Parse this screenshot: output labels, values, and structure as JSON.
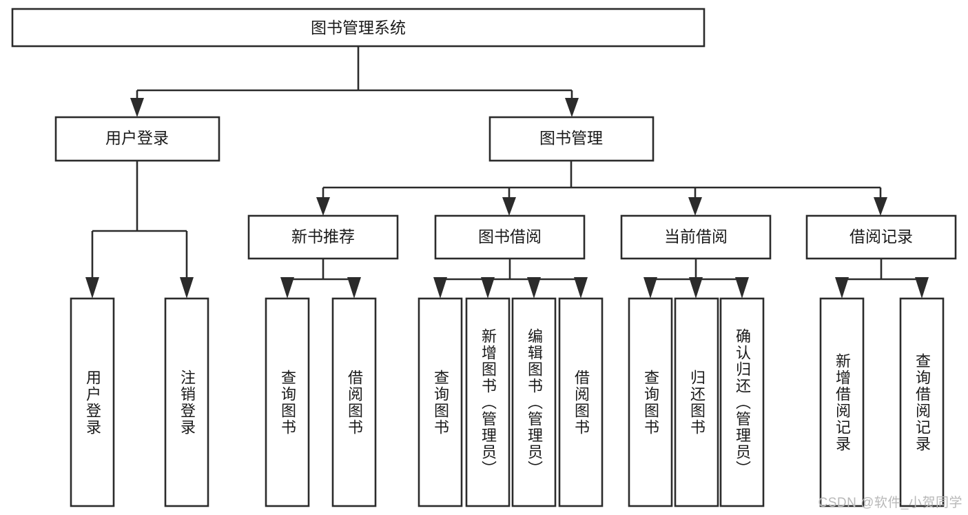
{
  "diagram": {
    "type": "hierarchy-tree",
    "title": "图书管理系统",
    "watermark": "CSDN @软件_小贺同学",
    "colors": {
      "stroke": "#2b2b2b",
      "fill": "#ffffff",
      "text": "#1a1a1a",
      "watermark": "#b8b8b8"
    },
    "root": {
      "label": "图书管理系统",
      "level": 0
    },
    "level1": [
      {
        "label": "用户登录"
      },
      {
        "label": "图书管理"
      }
    ],
    "level2": [
      {
        "label": "新书推荐"
      },
      {
        "label": "图书借阅"
      },
      {
        "label": "当前借阅"
      },
      {
        "label": "借阅记录"
      }
    ],
    "leaves": {
      "user_login": [
        {
          "label": "用户登录"
        },
        {
          "label": "注销登录"
        }
      ],
      "new_book_recommend": [
        {
          "label": "查询图书"
        },
        {
          "label": "借阅图书"
        }
      ],
      "book_borrow": [
        {
          "label": "查询图书"
        },
        {
          "label": "新增图书（管理员）"
        },
        {
          "label": "编辑图书（管理员）"
        },
        {
          "label": "借阅图书"
        }
      ],
      "current_borrow": [
        {
          "label": "查询图书"
        },
        {
          "label": "归还图书"
        },
        {
          "label": "确认归还（管理员）"
        }
      ],
      "borrow_record": [
        {
          "label": "新增借阅记录"
        },
        {
          "label": "查询借阅记录"
        }
      ]
    }
  }
}
